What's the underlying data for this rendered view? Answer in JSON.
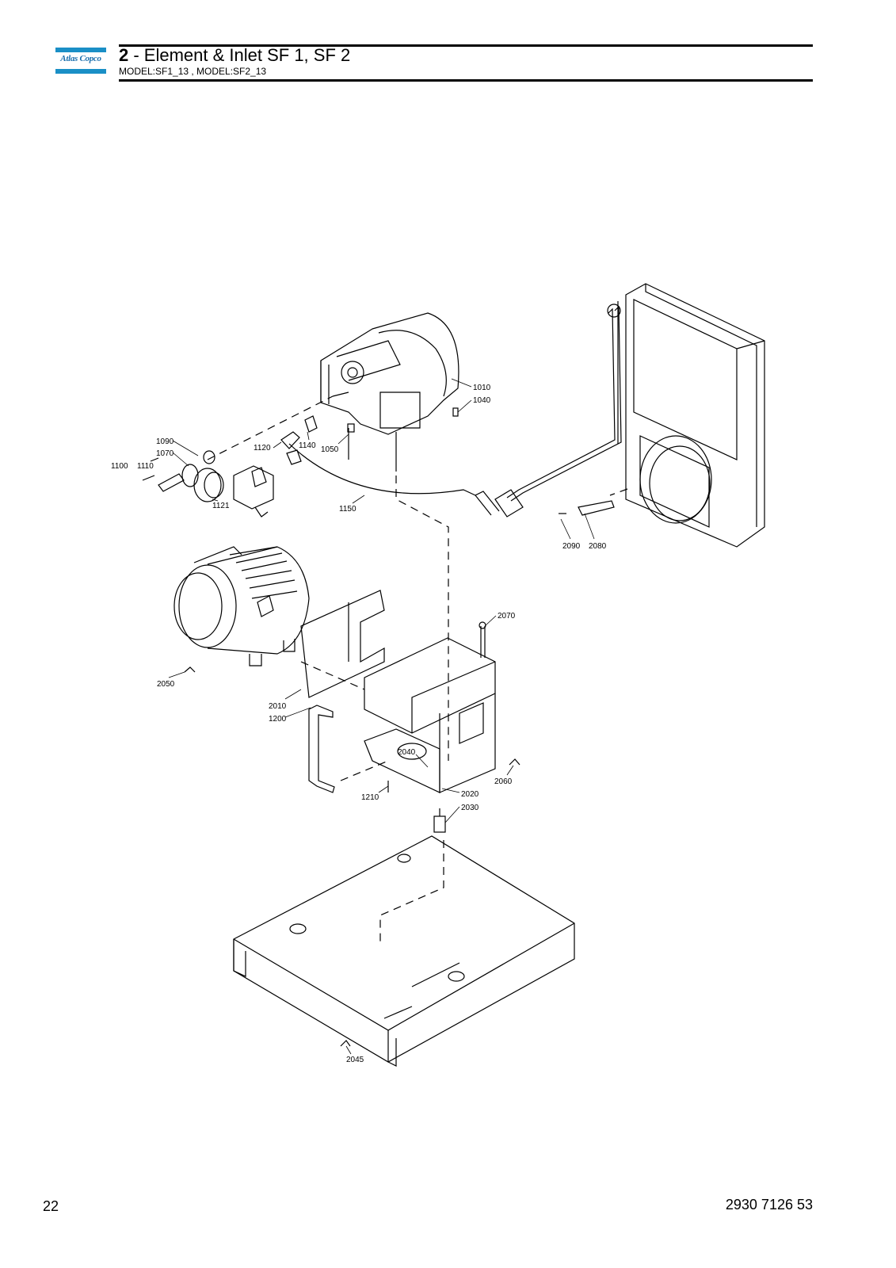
{
  "header": {
    "logo_text": "Atlas Copco",
    "section_number": "2",
    "section_title": " - Element & Inlet SF 1, SF 2",
    "models": "MODEL:SF1_13 , MODEL:SF2_13"
  },
  "callouts": {
    "c1010": "1010",
    "c1040": "1040",
    "c1050": "1050",
    "c1090": "1090",
    "c1070": "1070",
    "c1100": "1100",
    "c1110": "1110",
    "c1120": "1120",
    "c1140": "1140",
    "c1121": "1121",
    "c1150": "1150",
    "c2090": "2090",
    "c2080": "2080",
    "c2070": "2070",
    "c2050": "2050",
    "c2010": "2010",
    "c1200": "1200",
    "c2040": "2040",
    "c2060": "2060",
    "c1210": "1210",
    "c2020": "2020",
    "c2030": "2030",
    "c2045": "2045"
  },
  "footer": {
    "page_number": "22",
    "document_number": "2930 7126 53"
  }
}
